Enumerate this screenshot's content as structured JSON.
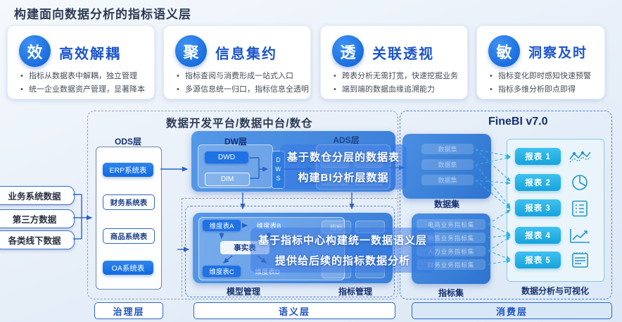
{
  "title": "构建面向数据分析的指标语义层",
  "cards": [
    {
      "badge": "效",
      "title": "高效解耦",
      "bullets": [
        "指标从数据表中解耦，独立管理",
        "统一企业数据资产管理，显著降本"
      ]
    },
    {
      "badge": "聚",
      "title": "信息集约",
      "bullets": [
        "指标查阅与消费形成一站式入口",
        "多源信息统一归口，指标信息全透明"
      ]
    },
    {
      "badge": "透",
      "title": "关联透视",
      "bullets": [
        "跨表分析无需打宽，快速挖掘业务",
        "端到端的数据血缘追溯能力"
      ]
    },
    {
      "badge": "敏",
      "title": "洞察及时",
      "bullets": [
        "指标变化即时感知快速预警",
        "指标多维分析即点即得"
      ]
    }
  ],
  "sources": [
    "业务系统数据",
    "第三方数据",
    "各类线下数据"
  ],
  "platform": {
    "title": "数据开发平台/数据中台/数仓",
    "ods_label": "ODS层",
    "ods_tables": [
      "ERP系统表",
      "财务系统表",
      "商品系统表",
      "OA系统表"
    ],
    "dw_label": "DW层",
    "dwd": "DWD",
    "dim": "DIM",
    "dws": "DWS",
    "ads_label": "ADS层",
    "overlay_top_line1": "基于数仓分层的数据表",
    "overlay_top_line2": "构建BI分析层数据",
    "dim_a": "维度表A",
    "dim_b": "维度表B",
    "fact": "事实表",
    "dim_c": "维度表C",
    "dim_d": "维度表D",
    "metric_pill": "指标",
    "model_label": "模型管理",
    "metric_label": "指标管理",
    "overlay_bottom_line1": "基于指标中心构建统一数据语义层",
    "overlay_bottom_line2": "提供给后续的指标数据分析"
  },
  "finebi": {
    "title": "FineBI v7.0",
    "dataset_items": [
      "数据集",
      "数据集",
      "数据集"
    ],
    "dataset_label": "数据集",
    "metric_set_items": [
      "电商业务指标集",
      "销售业务指标集",
      "人力业务指标集",
      "财务业务指标集"
    ],
    "metric_set_label": "指标集",
    "reports": [
      {
        "name": "报表 1",
        "icon": "line-chart"
      },
      {
        "name": "报表 2",
        "icon": "pie-chart"
      },
      {
        "name": "报表 3",
        "icon": "checklist"
      },
      {
        "name": "报表 4",
        "icon": "trend-chart"
      },
      {
        "name": "报表 5",
        "icon": "notepad"
      }
    ],
    "reports_label": "数据分析与可视化"
  },
  "layers": [
    "治理层",
    "语义层",
    "消费层"
  ],
  "colors": {
    "accent_blue": "#1d55cb",
    "badge_blue": "#0d5fd6",
    "node_blue": "#1e72e4",
    "container_blue": "#3a7fd9",
    "report_cyan": "#1fb1e8",
    "icon_cyan": "#2596c8",
    "navy": "#14306e",
    "dashed_grey": "#94a0b6",
    "dashed_blue": "#4b80d8",
    "layer_consume_bg": "#d9e8f8"
  }
}
